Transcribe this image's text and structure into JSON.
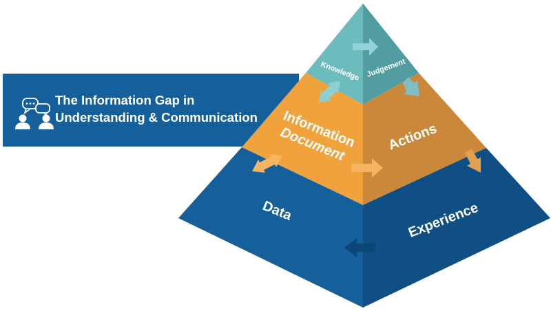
{
  "banner": {
    "title_line1": "The Information Gap in",
    "title_line2": "Understanding & Communication",
    "icon": "chat-people-icon"
  },
  "pyramid": {
    "tiers": {
      "top": {
        "left": "Knowledge",
        "right": "Judgement"
      },
      "middle": {
        "left_line1": "Information",
        "left_line2": "Document",
        "right": "Actions"
      },
      "bottom": {
        "left": "Data",
        "right": "Experience"
      }
    }
  },
  "colors": {
    "banner": "#15609b",
    "top_left": "#6cbcbe",
    "top_right": "#519da1",
    "middle_left": "#f0a23c",
    "middle_right": "#c9883a",
    "bottom_left": "#15609b",
    "bottom_right": "#0f4f83"
  }
}
